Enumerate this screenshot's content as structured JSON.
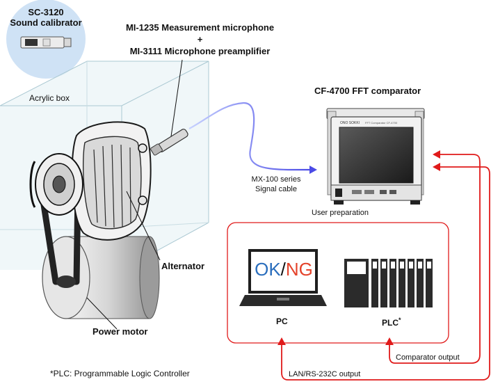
{
  "calibrator": {
    "model": "SC-3120",
    "name": "Sound calibrator"
  },
  "microphone": {
    "line1": "MI-1235 Measurement microphone",
    "plus": "+",
    "line2": "MI-3111 Microphone preamplifier"
  },
  "acrylic_box_label": "Acrylic box",
  "alternator_label": "Alternator",
  "power_motor_label": "Power motor",
  "comparator": {
    "title": "CF-4700 FFT comparator",
    "brand": "ONO SOKKI",
    "screen_caption": "FFT Comparator CF-4700"
  },
  "cable": {
    "line1": "MX-100 series",
    "line2": "Signal cable"
  },
  "user_prep_label": "User preparation",
  "pc": {
    "screen_ok": "OK",
    "screen_slash": "/",
    "screen_ng": "NG",
    "label": "PC"
  },
  "plc": {
    "label": "PLC",
    "mark": "*"
  },
  "comparator_output_label": "Comparator output",
  "lan_output_label": "LAN/RS-232C output",
  "footnote": "*PLC: Programmable Logic Controller",
  "colors": {
    "ok": "#2a6ebd",
    "ng": "#e4432b",
    "red_line": "#e01a1a",
    "cable_blue": "#5a5ae8",
    "calibrator_circle": "#cfe2f5",
    "acrylic": "#b9d6df"
  }
}
